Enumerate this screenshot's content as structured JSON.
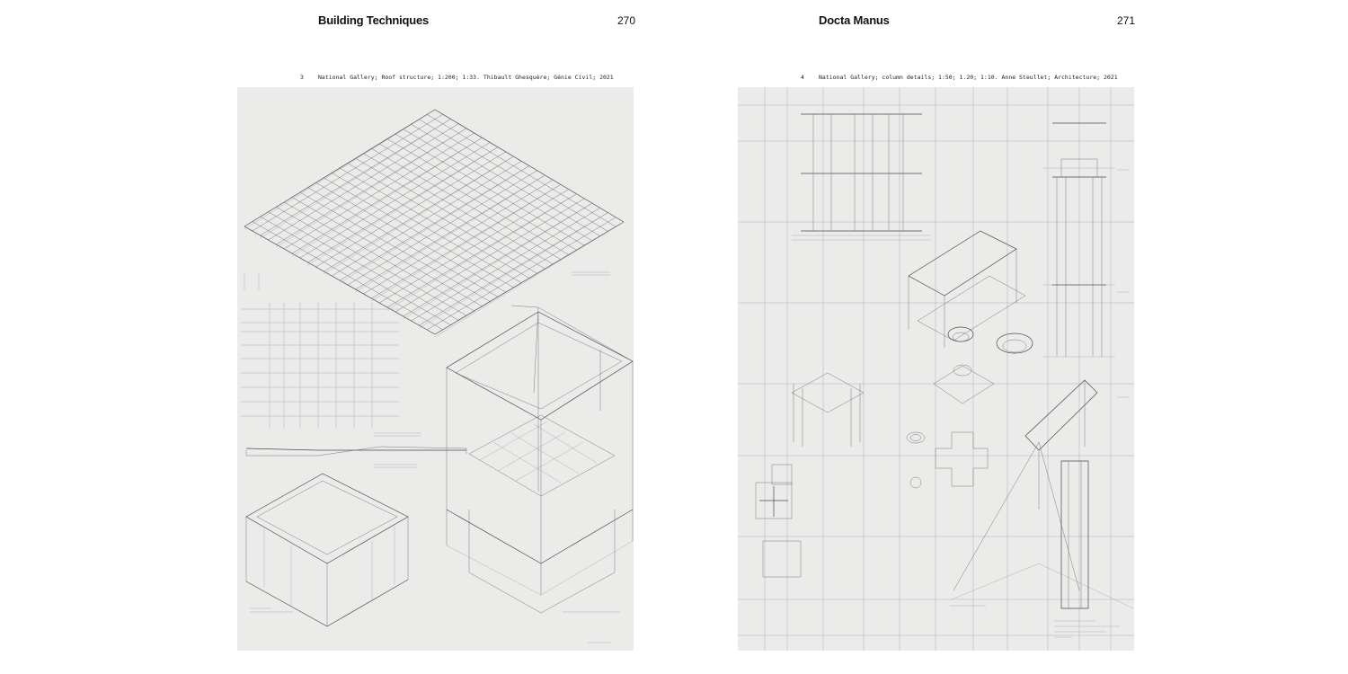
{
  "spread": {
    "left_page": {
      "running_title": "Building Techniques",
      "folio": "270",
      "figure": {
        "number": "3",
        "caption": "National Gallery; Roof structure; 1:200; 1:33. Thibault Ghesquère; Génie Civil; 2021"
      }
    },
    "right_page": {
      "running_title": "Docta Manus",
      "folio": "271",
      "figure": {
        "number": "4",
        "caption": "National Gallery; column details; 1:50; 1.20; 1:10. Anne Steullet; Architecture; 2021"
      }
    }
  }
}
